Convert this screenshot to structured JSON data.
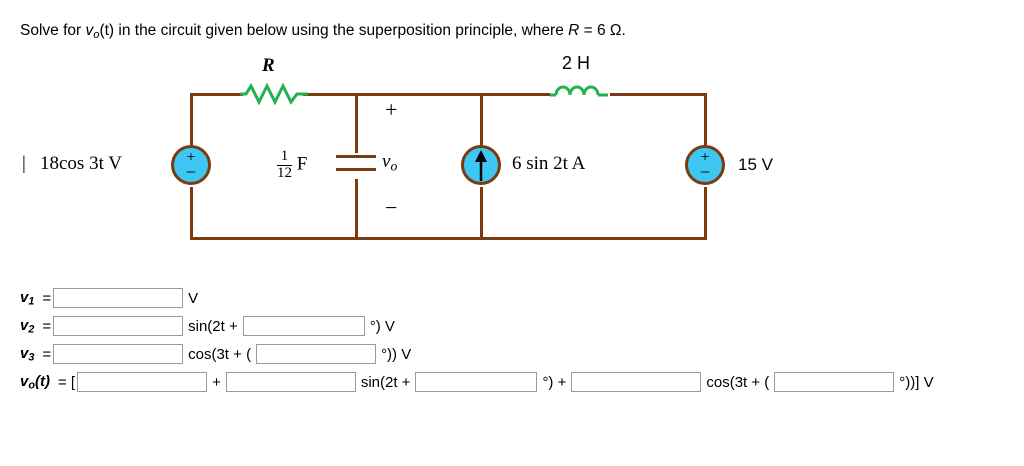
{
  "prompt": {
    "part1": "Solve for ",
    "var": "v",
    "var_sub": "o",
    "part2": "(t) in the circuit given below using the superposition principle, where ",
    "r_label": "R",
    "part3": " = 6 Ω."
  },
  "circuit": {
    "resistor_label": "R",
    "inductor_label": "2 H",
    "source_left_label": "18cos 3t V",
    "capacitor_num": "1",
    "capacitor_den": "12",
    "capacitor_unit": "F",
    "output_label": "v",
    "output_label_sub": "o",
    "plus_sign": "+",
    "minus_sign": "−",
    "current_source_label": "6 sin 2t A",
    "source_right_label": "15 V",
    "src_plus": "+",
    "src_minus": "−",
    "colors": {
      "wire": "#7a3b10",
      "component": "#22b14c",
      "source_fill": "#3fc7f4",
      "input_border": "#9a9a9a"
    }
  },
  "answers": {
    "rows": [
      {
        "label": "v",
        "label_sub": "1",
        "eq": "=",
        "fields": [
          {
            "value": "",
            "placeholder": ""
          }
        ],
        "after": "V"
      },
      {
        "label": "v",
        "label_sub": "2",
        "eq": "=",
        "mid": "sin(2t +",
        "after": "°) V"
      },
      {
        "label": "v",
        "label_sub": "3",
        "eq": "=",
        "mid": "cos(3t + (",
        "after": "°)) V"
      },
      {
        "label": "v",
        "label_sub": "o",
        "label_tail": "(t)",
        "eq": "= [",
        "plus1": "+",
        "mid1": "sin(2t +",
        "mid2": "°) +",
        "mid3": "cos(3t + (",
        "after": "°))] V"
      }
    ]
  }
}
